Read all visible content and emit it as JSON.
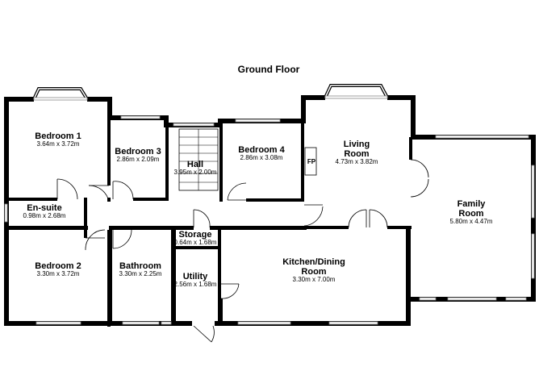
{
  "title": "Ground Floor",
  "rooms": {
    "bedroom1": {
      "name": "Bedroom 1",
      "dims": "3.64m x 3.72m"
    },
    "bedroom3": {
      "name": "Bedroom 3",
      "dims": "2.86m x 2.09m"
    },
    "hall": {
      "name": "Hall",
      "dims": "3.95m x 2.00m"
    },
    "bedroom4": {
      "name": "Bedroom 4",
      "dims": "2.86m x 3.08m"
    },
    "living": {
      "name_line1": "Living",
      "name_line2": "Room",
      "dims": "4.73m x 3.82m"
    },
    "family": {
      "name_line1": "Family",
      "name_line2": "Room",
      "dims": "5.80m x 4.47m"
    },
    "ensuite": {
      "name": "En-suite",
      "dims": "0.98m x 2.68m"
    },
    "bedroom2": {
      "name": "Bedroom 2",
      "dims": "3.30m x 3.72m"
    },
    "bathroom": {
      "name": "Bathroom",
      "dims": "3.30m x 2.25m"
    },
    "storage": {
      "name": "Storage",
      "dims": "0.64m x 1.68m"
    },
    "utility": {
      "name": "Utility",
      "dims": "2.56m x 1.68m"
    },
    "kitchen": {
      "name_line1": "Kitchen/Dining",
      "name_line2": "Room",
      "dims": "3.30m x 7.00m"
    }
  },
  "fireplace_label": "FP"
}
